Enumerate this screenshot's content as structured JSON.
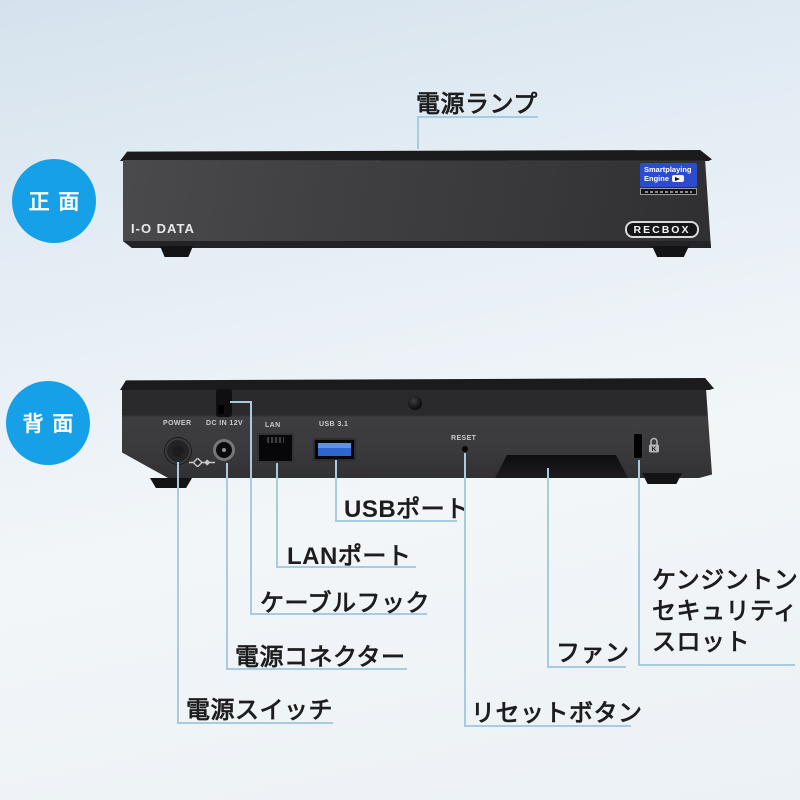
{
  "colors": {
    "accent_blue": "#16a0e8",
    "callout_line_blue": "#a9cbe0",
    "usb_port_blue": "#2d66cf",
    "engine_badge_blue": "#2b4ccc",
    "device_body_gray": "#3a3a3c"
  },
  "icons": {
    "engine_icon": "play-arrow-badge",
    "power_toggle_icon": "diamond-toggle-symbol",
    "screw_icon": "round-screw",
    "kensington_icon": "padlock-with-K"
  },
  "front": {
    "view_badge": "正面",
    "callout_power_lamp": "電源ランプ",
    "brand_logo": "I-O DATA",
    "engine_badge": {
      "line1": "Smartplaying",
      "line2": "Engine"
    },
    "product_logo": "RECBOX"
  },
  "back": {
    "view_badge": "背面",
    "port_labels": {
      "power": "POWER",
      "dc": "DC IN 12V",
      "lan": "LAN",
      "usb": "USB 3.1",
      "reset": "RESET"
    },
    "callouts": {
      "usb_port": "USBポート",
      "lan_port": "LANポート",
      "cable_hook": "ケーブルフック",
      "power_connector": "電源コネクター",
      "power_switch": "電源スイッチ",
      "reset_button": "リセットボタン",
      "fan": "ファン",
      "kensington": {
        "line1": "ケンジントン",
        "line2": "セキュリティ",
        "line3": "スロット",
        "icon_letter": "K"
      }
    }
  }
}
